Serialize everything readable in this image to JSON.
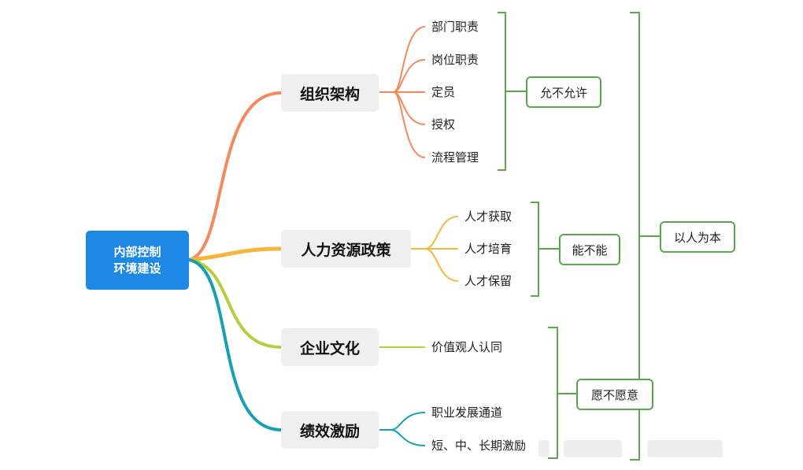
{
  "root": {
    "line1": "内部控制",
    "line2": "环境建设"
  },
  "branches": [
    {
      "label": "组织架构",
      "color": "#f48a5c",
      "leaves": [
        "部门职责",
        "岗位职责",
        "定员",
        "授权",
        "流程管理"
      ]
    },
    {
      "label": "人力资源政策",
      "color": "#f6b63e",
      "leaves": [
        "人才获取",
        "人才培育",
        "人才保留"
      ]
    },
    {
      "label": "企业文化",
      "color": "#b9cc3f",
      "leaves": [
        "价值观人认同"
      ]
    },
    {
      "label": "绩效激励",
      "color": "#15a0b4",
      "leaves": [
        "职业发展通道",
        "短、中、长期激励"
      ]
    }
  ],
  "tags": {
    "allow": "允不允许",
    "able": "能不能",
    "willing": "愿不愿意",
    "people": "以人为本"
  },
  "colors": {
    "root": "#1e88e5",
    "bracket": "#5aa84d"
  }
}
